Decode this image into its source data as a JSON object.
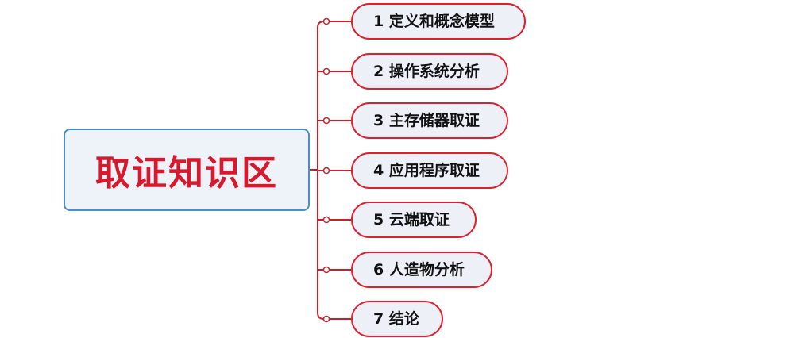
{
  "root": {
    "label": "取证知识区"
  },
  "branches": [
    {
      "label": "1 定义和概念模型"
    },
    {
      "label": "2 操作系统分析"
    },
    {
      "label": "3 主存储器取证"
    },
    {
      "label": "4 应用程序取证"
    },
    {
      "label": "5 云端取证"
    },
    {
      "label": "6 人造物分析"
    },
    {
      "label": "7 结论"
    }
  ],
  "colors": {
    "connector": "#cc1f2c",
    "root_border": "#4a8fc2",
    "root_fill": "#eef2f9",
    "root_text": "#d8182c",
    "branch_border": "#e01e2d",
    "branch_fill": "#eef0f8",
    "branch_text": "#111111"
  }
}
